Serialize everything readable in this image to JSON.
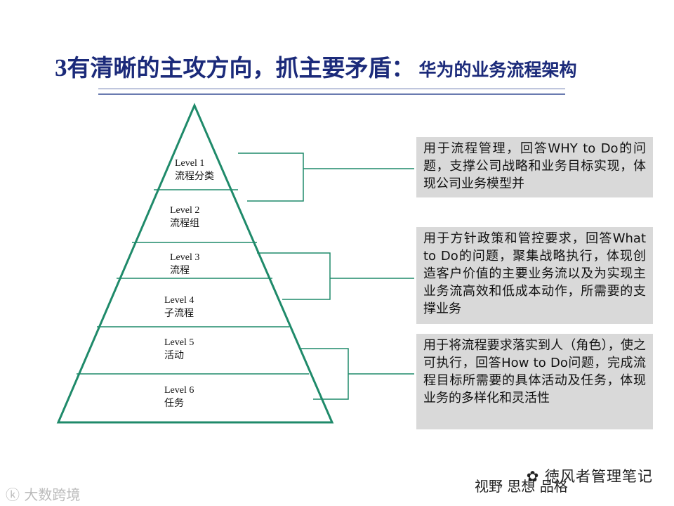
{
  "title": {
    "number": "3",
    "main": "有清晰的主攻方向，抓主要矛盾：",
    "sub": "华为的业务流程架构"
  },
  "levels": [
    {
      "en": "Level 1",
      "cn": "流程分类"
    },
    {
      "en": "Level 2",
      "cn": "流程组"
    },
    {
      "en": "Level 3",
      "cn": "流程"
    },
    {
      "en": "Level 4",
      "cn": "子流程"
    },
    {
      "en": "Level 5",
      "cn": "活动"
    },
    {
      "en": "Level 6",
      "cn": "任务"
    }
  ],
  "descriptions": [
    {
      "text": "用于流程管理，回答WHY to Do的问题，支撑公司战略和业务目标实现，体现公司业务模型并"
    },
    {
      "text": "用于方针政策和管控要求，回答What to Do的问题，聚集战略执行，体现创造客户价值的主要业务流以及为实现主业务流高效和低成本动作，所需要的支撑业务"
    },
    {
      "text": "用于将流程要求落实到人（角色），使之可执行，回答How to Do问题，完成流程目标所需要的具体活动及任务，体现业务的多样化和灵活性"
    }
  ],
  "colors": {
    "pyramid": "#1f8a6a",
    "title": "#1b2a7a",
    "box": "#d9d9d9",
    "rule": "#6a7bb0"
  },
  "watermarks": {
    "right": "✿ 徳风者管理笔记",
    "bottom": "视野 思想 品格",
    "left": "ⓚ 大数跨境"
  }
}
